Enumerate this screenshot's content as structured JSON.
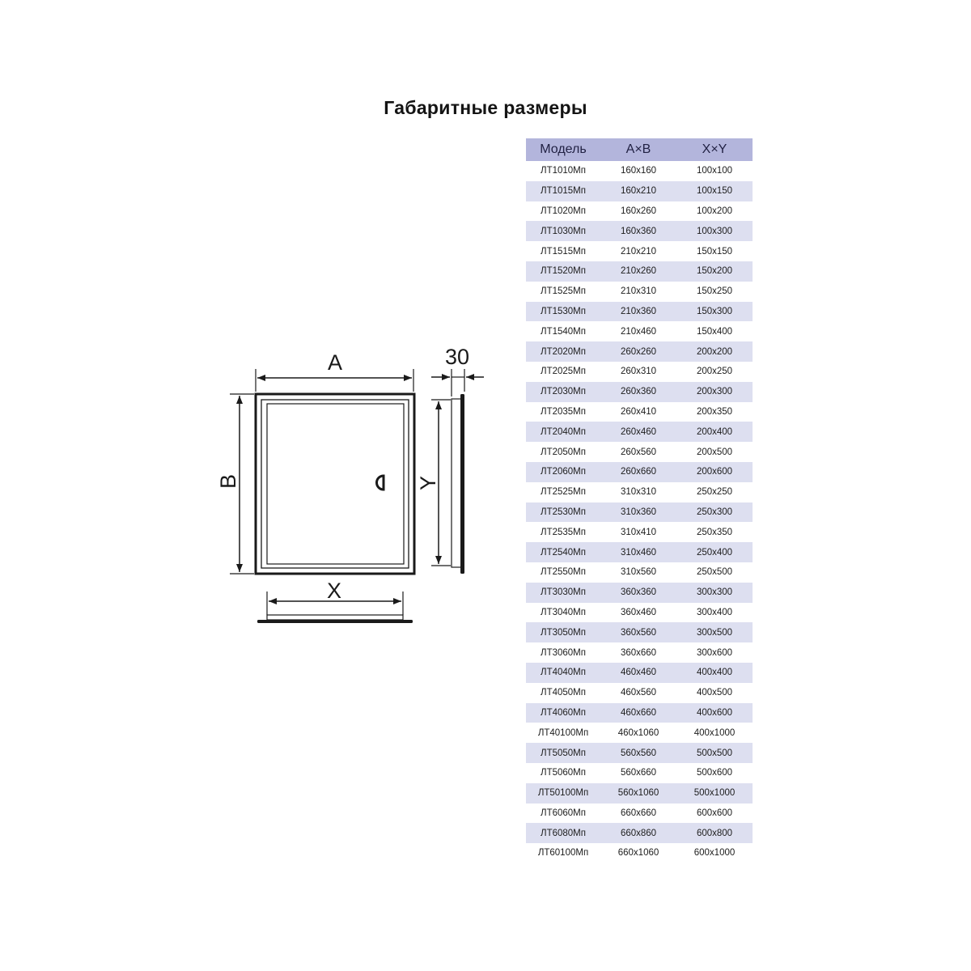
{
  "title": "Габаритные размеры",
  "drawing": {
    "label_a": "A",
    "label_b": "B",
    "label_x": "X",
    "label_y": "Y",
    "label_depth": "30"
  },
  "table": {
    "headers": [
      "Модель",
      "A×B",
      "X×Y"
    ],
    "rows": [
      [
        "ЛТ1010Мп",
        "160х160",
        "100х100"
      ],
      [
        "ЛТ1015Мп",
        "160х210",
        "100х150"
      ],
      [
        "ЛТ1020Мп",
        "160х260",
        "100х200"
      ],
      [
        "ЛТ1030Мп",
        "160х360",
        "100х300"
      ],
      [
        "ЛТ1515Мп",
        "210х210",
        "150х150"
      ],
      [
        "ЛТ1520Мп",
        "210х260",
        "150х200"
      ],
      [
        "ЛТ1525Мп",
        "210х310",
        "150х250"
      ],
      [
        "ЛТ1530Мп",
        "210х360",
        "150х300"
      ],
      [
        "ЛТ1540Мп",
        "210х460",
        "150х400"
      ],
      [
        "ЛТ2020Мп",
        "260х260",
        "200х200"
      ],
      [
        "ЛТ2025Мп",
        "260х310",
        "200х250"
      ],
      [
        "ЛТ2030Мп",
        "260х360",
        "200х300"
      ],
      [
        "ЛТ2035Мп",
        "260х410",
        "200х350"
      ],
      [
        "ЛТ2040Мп",
        "260х460",
        "200х400"
      ],
      [
        "ЛТ2050Мп",
        "260х560",
        "200х500"
      ],
      [
        "ЛТ2060Мп",
        "260х660",
        "200х600"
      ],
      [
        "ЛТ2525Мп",
        "310х310",
        "250х250"
      ],
      [
        "ЛТ2530Мп",
        "310х360",
        "250х300"
      ],
      [
        "ЛТ2535Мп",
        "310х410",
        "250х350"
      ],
      [
        "ЛТ2540Мп",
        "310х460",
        "250х400"
      ],
      [
        "ЛТ2550Мп",
        "310х560",
        "250х500"
      ],
      [
        "ЛТ3030Мп",
        "360х360",
        "300х300"
      ],
      [
        "ЛТ3040Мп",
        "360х460",
        "300х400"
      ],
      [
        "ЛТ3050Мп",
        "360х560",
        "300х500"
      ],
      [
        "ЛТ3060Мп",
        "360х660",
        "300х600"
      ],
      [
        "ЛТ4040Мп",
        "460х460",
        "400х400"
      ],
      [
        "ЛТ4050Мп",
        "460х560",
        "400х500"
      ],
      [
        "ЛТ4060Мп",
        "460х660",
        "400х600"
      ],
      [
        "ЛТ40100Мп",
        "460х1060",
        "400х1000"
      ],
      [
        "ЛТ5050Мп",
        "560х560",
        "500х500"
      ],
      [
        "ЛТ5060Мп",
        "560х660",
        "500х600"
      ],
      [
        "ЛТ50100Мп",
        "560х1060",
        "500х1000"
      ],
      [
        "ЛТ6060Мп",
        "660х660",
        "600х600"
      ],
      [
        "ЛТ6080Мп",
        "660х860",
        "600х800"
      ],
      [
        "ЛТ60100Мп",
        "660х1060",
        "600х1000"
      ]
    ]
  }
}
